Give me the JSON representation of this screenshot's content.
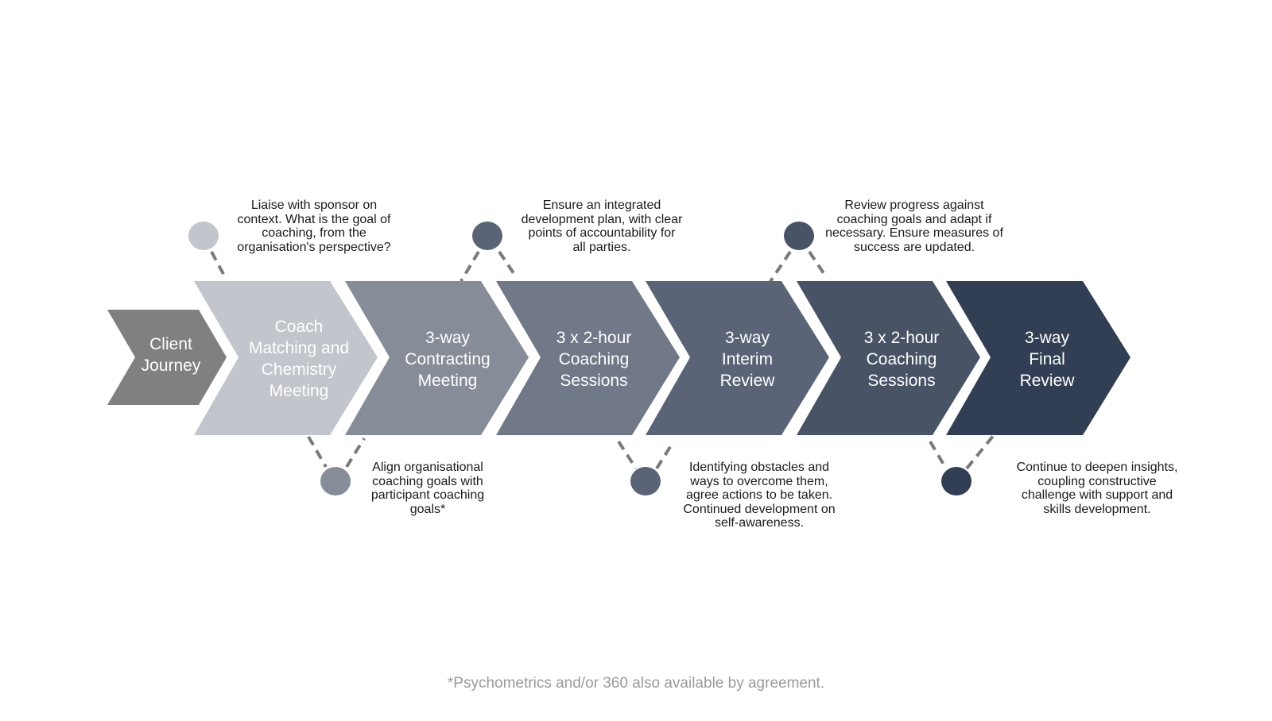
{
  "steps": [
    {
      "label": "Client\nJourney",
      "color": "#808080"
    },
    {
      "label": "Coach\nMatching and\nChemistry\nMeeting",
      "color": "#c2c5cc"
    },
    {
      "label": "3-way\nContracting\nMeeting",
      "color": "#878c99"
    },
    {
      "label": "3 x 2-hour\nCoaching\nSessions",
      "color": "#717888"
    },
    {
      "label": "3-way\nInterim\nReview",
      "color": "#5b6476"
    },
    {
      "label": "3 x 2-hour\nCoaching\nSessions",
      "color": "#485366"
    },
    {
      "label": "3-way\nFinal\nReview",
      "color": "#323e53"
    }
  ],
  "notes": [
    {
      "text": "Liaise with sponsor on\ncontext. What is the goal of\ncoaching, from the\norganisation's perspective?",
      "color": "#c2c5cc"
    },
    {
      "text": "Align organisational\ncoaching goals with\nparticipant coaching\ngoals*",
      "color": "#878c99"
    },
    {
      "text": "Ensure an integrated\ndevelopment plan, with clear\npoints of accountability for\nall parties.",
      "color": "#5b6476"
    },
    {
      "text": "Identifying obstacles and\nways to overcome them,\nagree actions to be taken.\nContinued development on\nself-awareness.",
      "color": "#5b6476"
    },
    {
      "text": "Review progress against\ncoaching goals and adapt if\nnecessary. Ensure measures of\nsuccess are updated.",
      "color": "#485366"
    },
    {
      "text": "Continue to deepen insights,\ncoupling constructive\nchallenge with support and\nskills development.",
      "color": "#323e53"
    }
  ],
  "footnote": "*Psychometrics and/or 360 also available by agreement."
}
